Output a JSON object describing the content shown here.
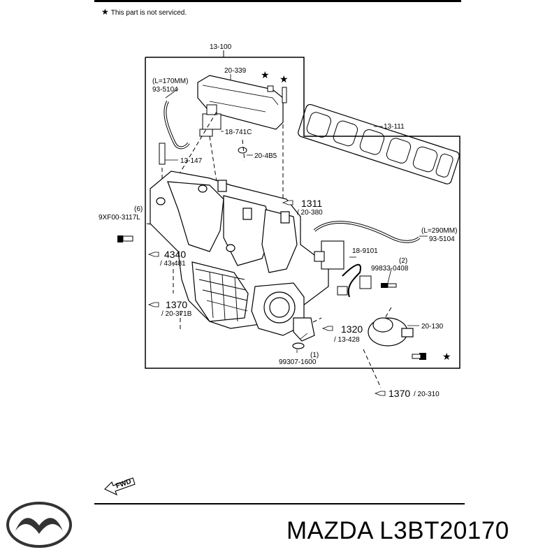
{
  "note": {
    "star": "★",
    "text": "This part is not serviced."
  },
  "labels": {
    "l13_100": "13-100",
    "l20_339": "20-339",
    "lL170": "(L=170MM)",
    "l93_5104a": "93-5104",
    "l18_741c": "18-741C",
    "l20_4b5": "20-4B5",
    "l13_147": "13-147",
    "l13_111": "13-111",
    "l1311": "1311",
    "l20_380": "/ 20-380",
    "lq6": "(6)",
    "l9xf00": "9XF00-3117L",
    "lL290": "(L=290MM)",
    "l93_5104b": "93-5104",
    "l4340": "4340",
    "l43_481": "/ 43-481",
    "l18_9101": "18-9101",
    "lq2": "(2)",
    "l99833": "99833-0408",
    "l1370a": "1370",
    "l20_371b": "/ 20-371B",
    "l1320": "1320",
    "l13_428": "/ 13-428",
    "l20_130": "20-130",
    "lq1": "(1)",
    "l99307": "99307-1600",
    "l1370b": "1370",
    "l20_310": "/ 20-310",
    "fwd": "FWD"
  },
  "brand": "MAZDA L3BT20170"
}
